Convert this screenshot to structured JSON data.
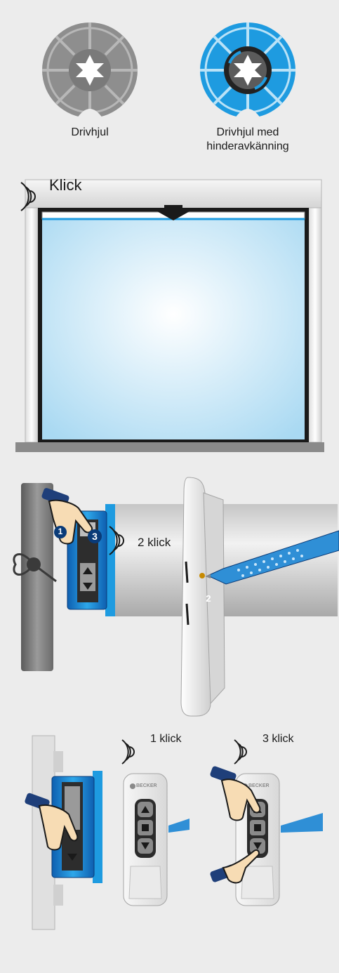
{
  "wheels": {
    "plain_label": "Drivhjul",
    "sensing_label_line1": "Drivhjul med",
    "sensing_label_line2": "hinderavkänning"
  },
  "window": {
    "click_label": "Klick"
  },
  "programming": {
    "click_label": "2 klick",
    "step1": "1",
    "step2": "2",
    "step3": "3"
  },
  "remotes": {
    "left_click_label": "1 klick",
    "right_click_label": "3 klick",
    "brand": "BECKER"
  },
  "colors": {
    "background": "#ececec",
    "accent_blue": "#1e9be0",
    "dark_blue": "#0a3b78",
    "gray": "#8e8e8e"
  }
}
